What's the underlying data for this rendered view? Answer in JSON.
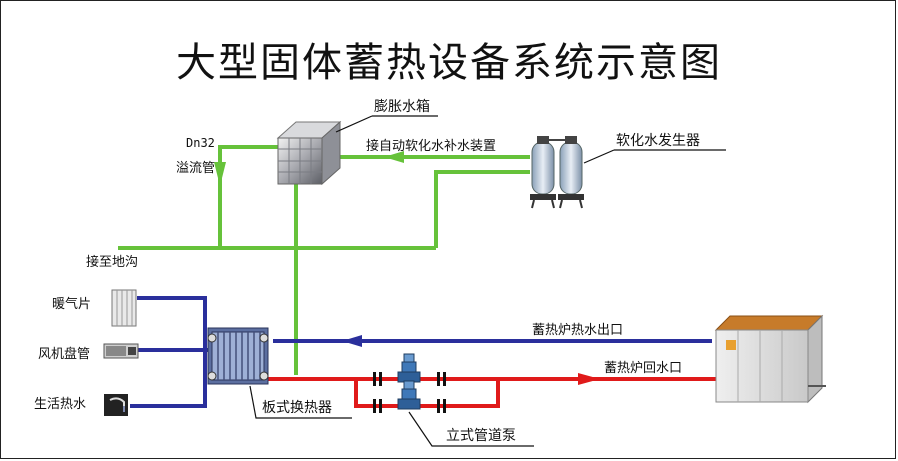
{
  "title": "大型固体蓄热设备系统示意图",
  "labels": {
    "expansion_tank": "膨胀水箱",
    "dn32": "Dn32",
    "overflow_pipe": "溢流管",
    "auto_makeup": "接自动软化水补水装置",
    "softener": "软化水发生器",
    "to_drain": "接至地沟",
    "radiator": "暖气片",
    "fan_coil": "风机盘管",
    "domestic_hot_water": "生活热水",
    "plate_exchanger": "板式换热器",
    "vertical_pump": "立式管道泵",
    "heater_outlet": "蓄热炉热水出口",
    "heater_return": "蓄热炉回水口"
  },
  "colors": {
    "green_pipe": "#66c23a",
    "blue_pipe": "#2a2f9c",
    "red_pipe": "#e01a1a",
    "title": "#111111"
  }
}
